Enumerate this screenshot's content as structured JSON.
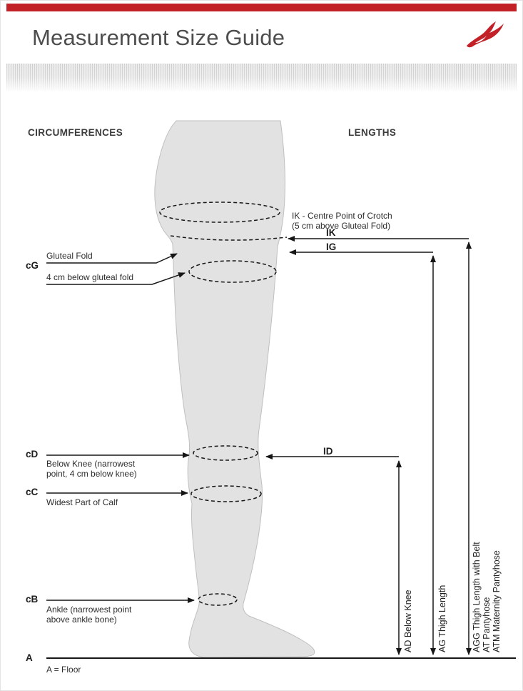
{
  "header": {
    "title": "Measurement Size Guide",
    "logo_icon": "swallow-bird-icon"
  },
  "columns": {
    "circumferences": "CIRCUMFERENCES",
    "lengths": "LENGTHS"
  },
  "circumferences": {
    "cG": {
      "code": "cG",
      "label_above": "Gluteal Fold",
      "label_below": "4 cm below gluteal fold"
    },
    "cD": {
      "code": "cD",
      "label": "Below Knee (narrowest point, 4 cm below knee)"
    },
    "cC": {
      "code": "cC",
      "label": "Widest Part of Calf"
    },
    "cB": {
      "code": "cB",
      "label": "Ankle (narrowest point above ankle bone)"
    },
    "A": {
      "code": "A",
      "label": "A = Floor"
    }
  },
  "lengths": {
    "ik_note_line1": "IK - Centre Point of Crotch",
    "ik_note_line2": "(5 cm above Gluteal Fold)",
    "IK": "IK",
    "IG": "IG",
    "ID": "ID",
    "AD": "AD Below Knee",
    "AG": "AG Thigh Length",
    "AGG": "AGG Thigh Length with Belt",
    "AT": "AT Pantyhose",
    "ATM": "ATM Maternity Pantyhose"
  },
  "colors": {
    "accent_red": "#c32128",
    "leg_fill": "#e2e2e2",
    "line_black": "#161616",
    "text_dark": "#3c3c3c"
  }
}
